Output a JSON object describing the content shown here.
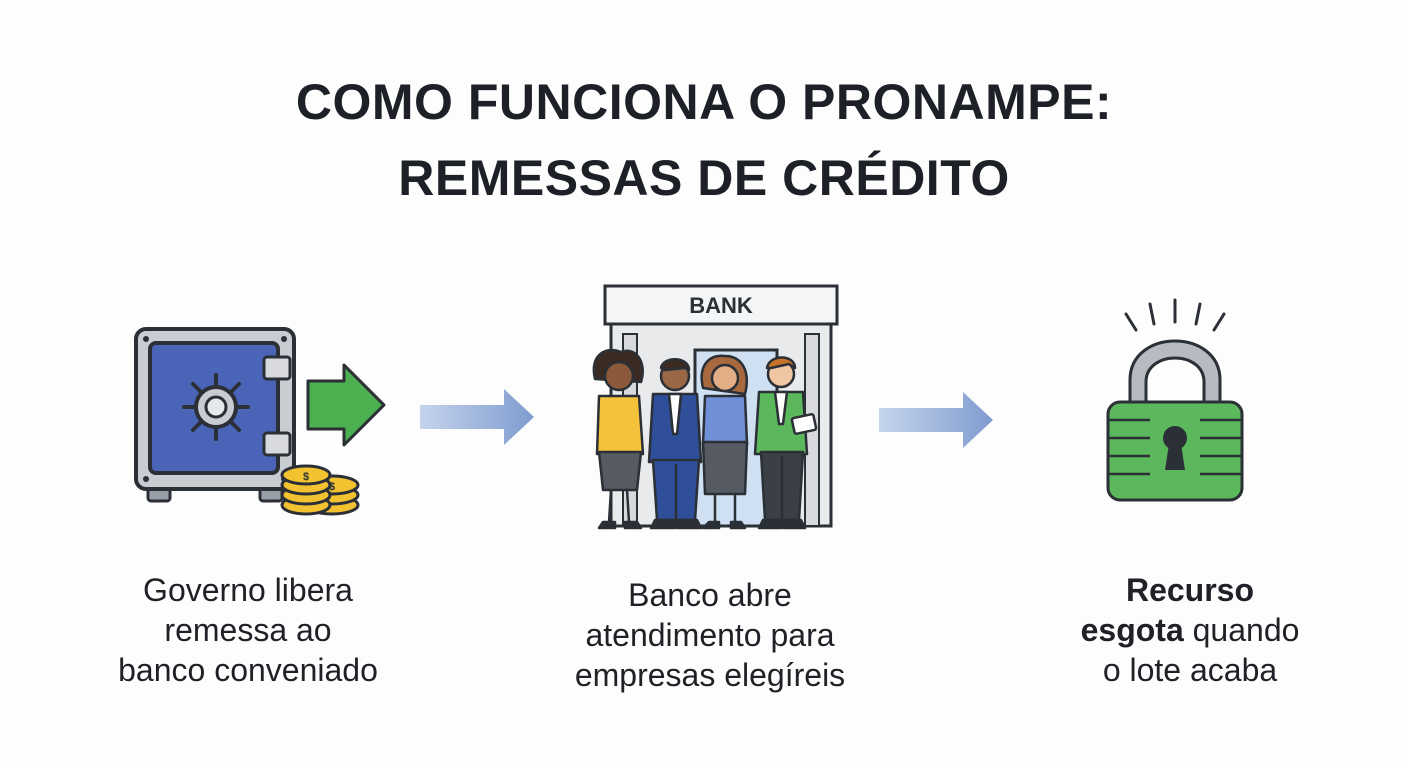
{
  "title": {
    "line1": "COMO FUNCIONA O PRONAMPE:",
    "line2": "REMESSAS DE CRÉDITO"
  },
  "steps": [
    {
      "icon": "safe-icon",
      "caption": [
        "Governo libera",
        "remessa ao",
        "banco conveniado"
      ]
    },
    {
      "icon": "bank-icon",
      "sign": "BANK",
      "caption": [
        "Banco abre",
        "atendimento para",
        "empresas elegíreis"
      ]
    },
    {
      "icon": "padlock-icon",
      "caption_bold_1": "Recurso",
      "caption_bold_2": "esgota",
      "caption_rest_2": " quando",
      "caption_line_3": "o lote acaba"
    }
  ],
  "colors": {
    "safe_blue": "#4a64b8",
    "arrow_green": "#4caf50",
    "flow_arrow": "#8fa9d6",
    "lock_green": "#5cb85c",
    "coin_gold": "#f2c230"
  }
}
